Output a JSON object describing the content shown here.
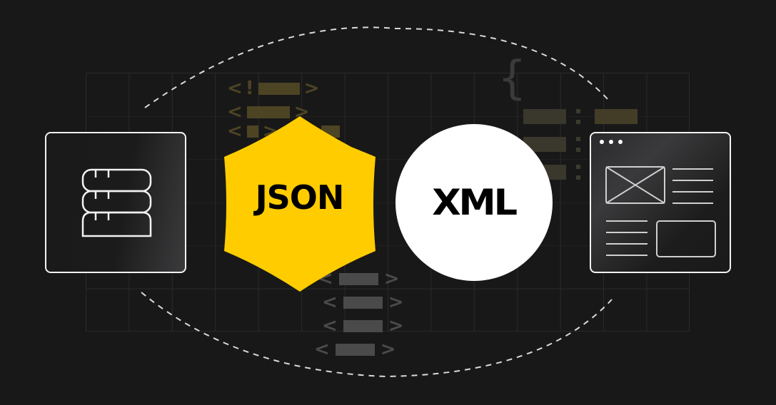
{
  "scene": {
    "background_color": "#181818",
    "grid": {
      "columns": 14,
      "rows": 6,
      "line_color": "#2a2a2a"
    }
  },
  "left_card": {
    "icon": "database-stack-icon"
  },
  "json_badge": {
    "label": "JSON",
    "shape": "hexagon",
    "fill_color": "#FFCC00"
  },
  "xml_badge": {
    "label": "XML",
    "shape": "circle",
    "fill_color": "#FFFFFF"
  },
  "right_card": {
    "icon": "webpage-layout-icon",
    "window_dots": 3
  },
  "decorations": {
    "xml_tags_top": [
      {
        "open": "<",
        "mark": "!",
        "close": ">"
      },
      {
        "open": "<",
        "close": ">"
      },
      {
        "open": "<",
        "close": ">"
      }
    ],
    "xml_tags_bottom": [
      {
        "open": "<",
        "close": ">"
      },
      {
        "open": "<",
        "close": ">"
      },
      {
        "open": "<",
        "close": ">"
      },
      {
        "open": "<",
        "close": ">"
      }
    ],
    "json_brace": "{",
    "json_key_value_rows": 3
  }
}
